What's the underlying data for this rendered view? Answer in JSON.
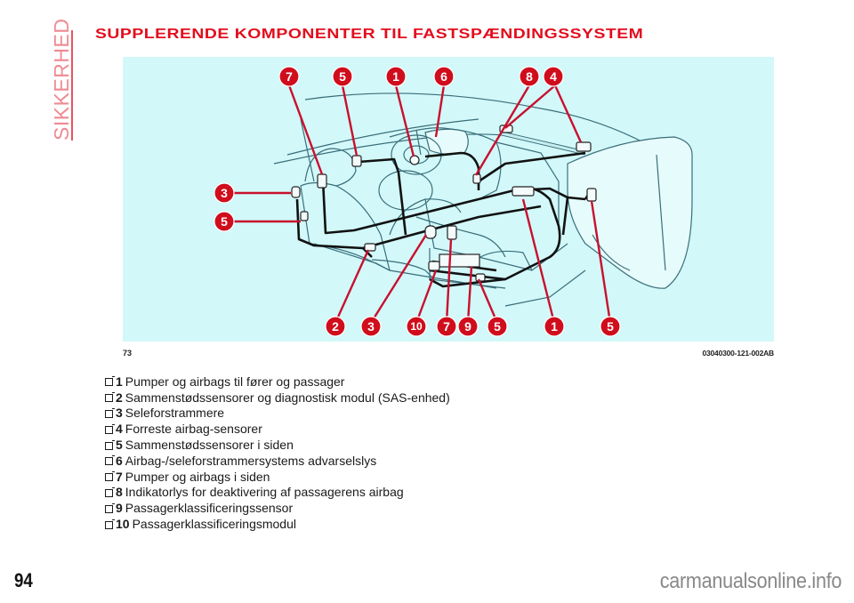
{
  "section_tab": {
    "label": "SIKKERHED"
  },
  "heading": "SUPPLERENDE KOMPONENTER TIL FASTSPÆNDINGSSYSTEM",
  "figure": {
    "number": "73",
    "code": "03040300-121-002AB",
    "callouts_top": [
      "7",
      "5",
      "1",
      "6",
      "8",
      "4"
    ],
    "callouts_left": [
      "3",
      "5"
    ],
    "callouts_bottom": [
      "2",
      "3",
      "10",
      "7",
      "9",
      "5",
      "1",
      "5"
    ]
  },
  "legend": [
    {
      "num": "1",
      "text": "Pumper og airbags til fører og passager"
    },
    {
      "num": "2",
      "text": "Sammenstødssensorer og diagnostisk modul (SAS-enhed)"
    },
    {
      "num": "3",
      "text": "Seleforstrammere"
    },
    {
      "num": "4",
      "text": "Forreste airbag-sensorer"
    },
    {
      "num": "5",
      "text": "Sammenstødssensorer i siden"
    },
    {
      "num": "6",
      "text": "Airbag-/seleforstrammersystems advarselslys"
    },
    {
      "num": "7",
      "text": "Pumper og airbags i siden"
    },
    {
      "num": "8",
      "text": "Indikatorlys for deaktivering af passagerens airbag"
    },
    {
      "num": "9",
      "text": "Passagerklassificeringssensor"
    },
    {
      "num": "10",
      "text": "Passagerklassificeringsmodul"
    }
  ],
  "footer": {
    "page_number": "94",
    "watermark": "carmanualsonline.info"
  }
}
